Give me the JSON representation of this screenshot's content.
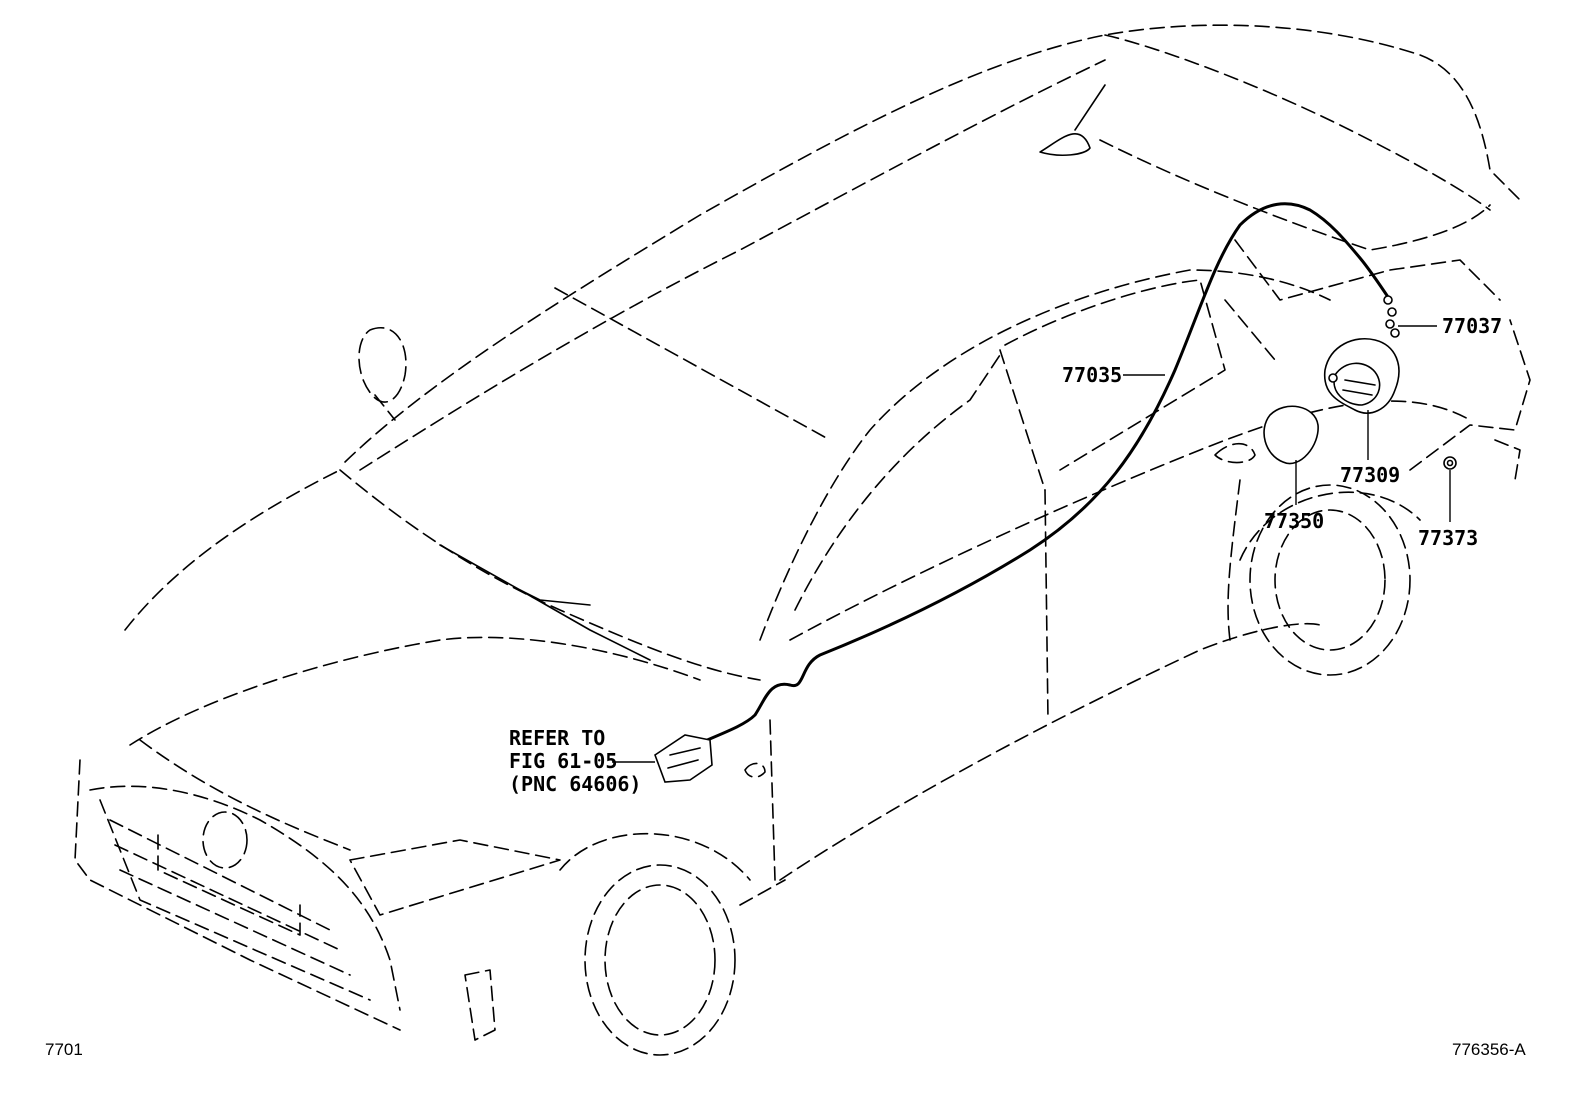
{
  "callouts": {
    "p77037": "77037",
    "p77035": "77035",
    "p77309": "77309",
    "p77350": "77350",
    "p77373": "77373"
  },
  "reference": {
    "line1": "REFER TO",
    "line2": "FIG 61-05",
    "line3": "(PNC 64606)"
  },
  "footer": {
    "figure_code": "7701",
    "illustration_id": "776356-A"
  }
}
